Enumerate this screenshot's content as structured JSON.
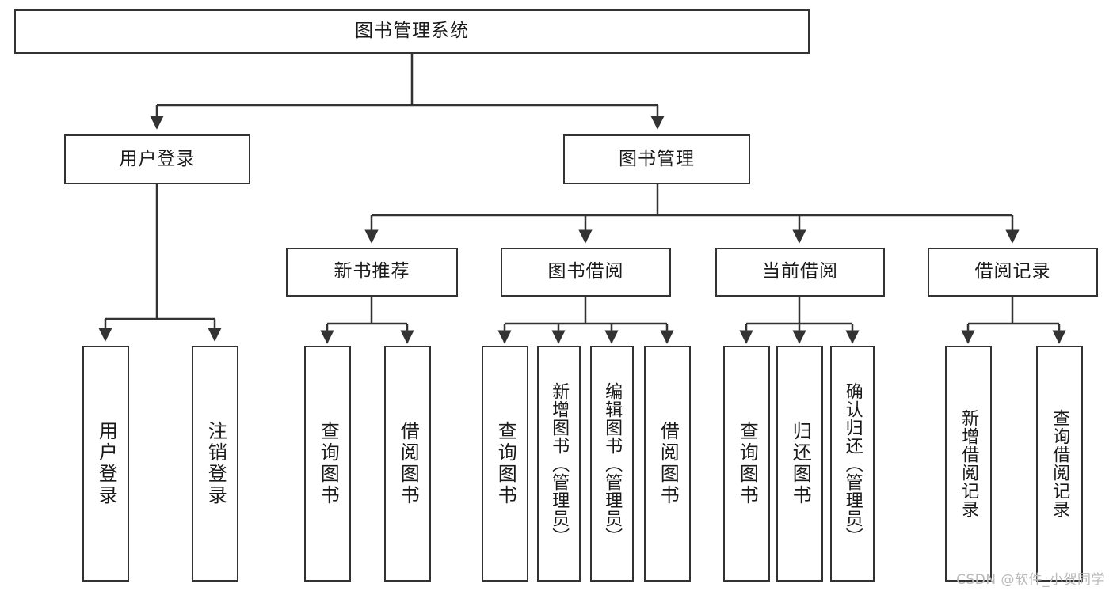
{
  "diagram": {
    "title": "图书管理系统",
    "type": "tree-hierarchy",
    "root": {
      "label": "图书管理系统"
    },
    "level2": [
      {
        "label": "用户登录"
      },
      {
        "label": "图书管理"
      }
    ],
    "level3": [
      {
        "label": "新书推荐"
      },
      {
        "label": "图书借阅"
      },
      {
        "label": "当前借阅"
      },
      {
        "label": "借阅记录"
      }
    ],
    "leaves": {
      "user_login": [
        {
          "label": "用户登录"
        },
        {
          "label": "注销登录"
        }
      ],
      "new_book_recommend": [
        {
          "label": "查询图书"
        },
        {
          "label": "借阅图书"
        }
      ],
      "book_borrow": [
        {
          "label": "查询图书"
        },
        {
          "label": "新增图书（管理员）"
        },
        {
          "label": "编辑图书（管理员）"
        },
        {
          "label": "借阅图书"
        }
      ],
      "current_borrow": [
        {
          "label": "查询图书"
        },
        {
          "label": "归还图书"
        },
        {
          "label": "确认归还（管理员）"
        }
      ],
      "borrow_records": [
        {
          "label": "新增借阅记录"
        },
        {
          "label": "查询借阅记录"
        }
      ]
    }
  },
  "watermark": "CSDN @软件_小贺同学",
  "colors": {
    "stroke": "#333333",
    "background": "#ffffff",
    "text": "#1a1a1a",
    "watermark": "#b9b9b9"
  }
}
